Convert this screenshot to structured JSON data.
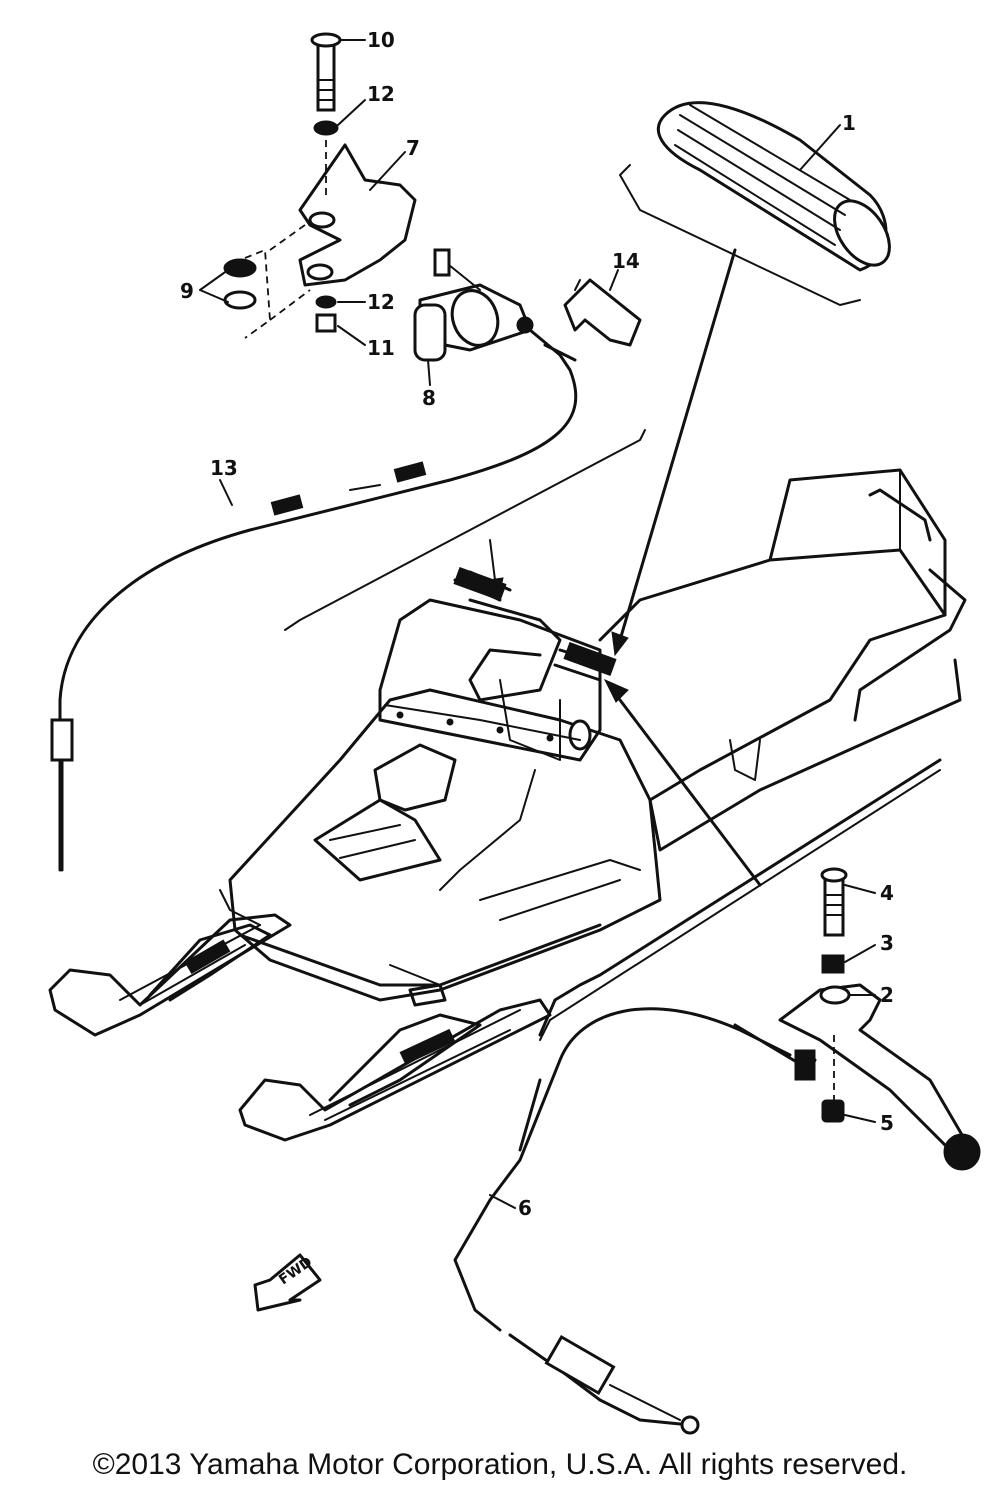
{
  "callouts": {
    "c1": "1",
    "c2": "2",
    "c3": "3",
    "c4": "4",
    "c5": "5",
    "c6": "6",
    "c7": "7",
    "c8": "8",
    "c9": "9",
    "c10": "10",
    "c11": "11",
    "c12a": "12",
    "c12b": "12",
    "c13": "13",
    "c14": "14"
  },
  "fwd_label": "FWD",
  "copyright": "©2013 Yamaha Motor Corporation, U.S.A. All rights reserved."
}
